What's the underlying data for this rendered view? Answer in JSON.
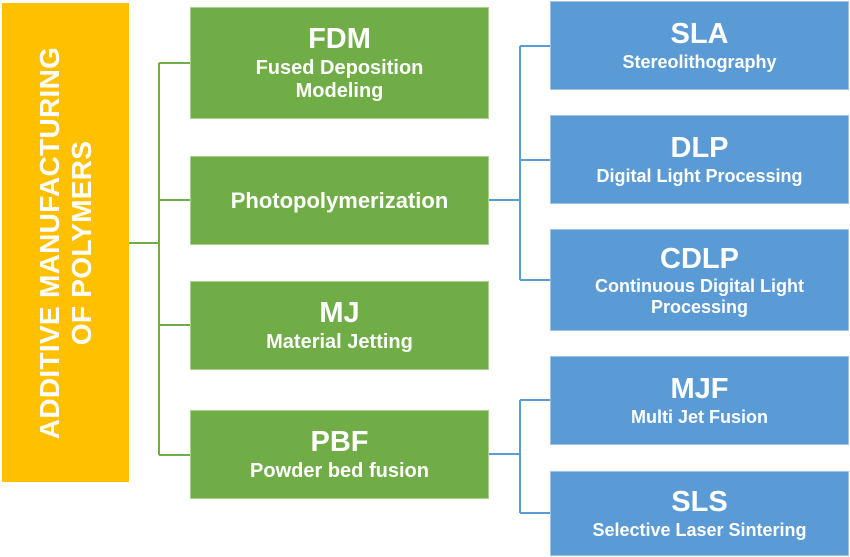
{
  "root": {
    "line1": "ADDITIVE MANUFACTURING",
    "line2": "OF POLYMERS",
    "color": "#ffc000"
  },
  "categories": [
    {
      "abbr": "FDM",
      "full_line1": "Fused Deposition",
      "full_line2": "Modeling"
    },
    {
      "abbr": "",
      "full_line1": "Photopolymerization"
    },
    {
      "abbr": "MJ",
      "full_line1": "Material Jetting"
    },
    {
      "abbr": "PBF",
      "full_line1": "Powder bed fusion"
    }
  ],
  "photopolymerization_methods": [
    {
      "abbr": "SLA",
      "full_line1": "Stereolithography"
    },
    {
      "abbr": "DLP",
      "full_line1": "Digital Light Processing"
    },
    {
      "abbr": "CDLP",
      "full_line1": "Continuous Digital Light",
      "full_line2": "Processing"
    }
  ],
  "pbf_methods": [
    {
      "abbr": "MJF",
      "full_line1": "Multi Jet Fusion"
    },
    {
      "abbr": "SLS",
      "full_line1": "Selective Laser Sintering"
    }
  ],
  "colors": {
    "category": "#70ad47",
    "method": "#5b9bd5",
    "root": "#ffc000"
  }
}
